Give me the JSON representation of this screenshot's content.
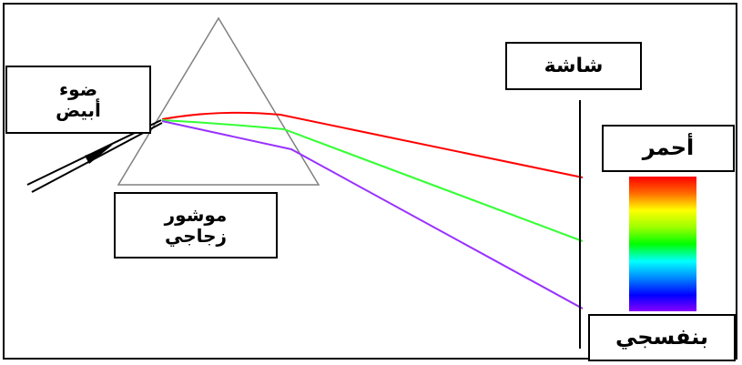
{
  "labels": {
    "white_light": [
      "ضوء",
      "أبيض"
    ],
    "glass_prism": [
      "موشور",
      "زجاجي"
    ],
    "screen": "شاشة",
    "red": "أحمر",
    "violet": "بنفسجي"
  },
  "colors": {
    "red_ray": "#ff0000",
    "green_ray": "#33ff33",
    "violet_ray": "#9933ff",
    "prism": "#808080",
    "outline": "#000000"
  },
  "spectrum_gradient": [
    "#ff0000",
    "#ff7f00",
    "#ffff00",
    "#7fff00",
    "#00ff00",
    "#00ffff",
    "#0080ff",
    "#0000ff",
    "#8000ff"
  ]
}
